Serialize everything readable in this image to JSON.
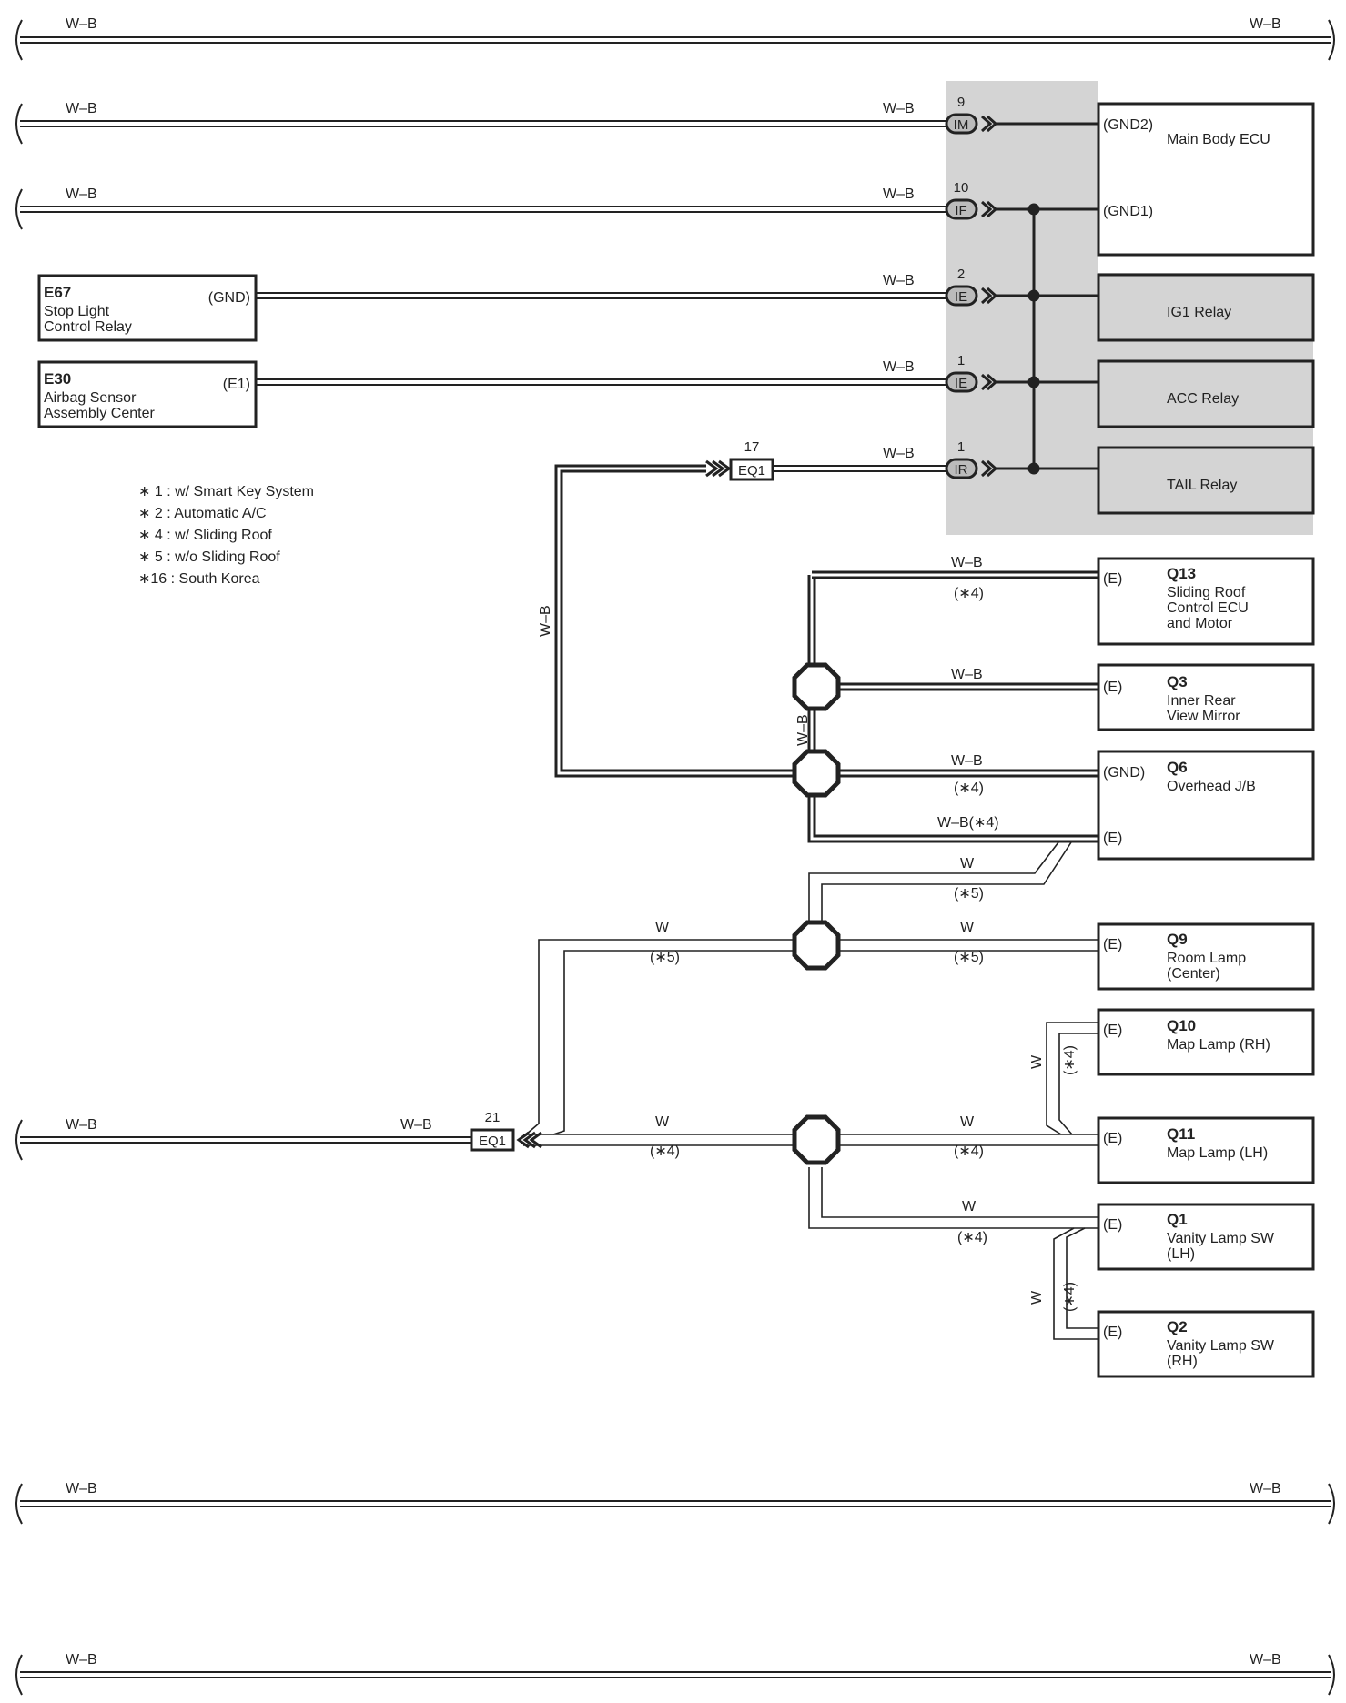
{
  "wire_labels": {
    "wb": "W–B",
    "w": "W",
    "wb_opt4": "W–B(∗4)",
    "opt4": "(∗4)",
    "opt5": "(∗5)"
  },
  "connectors": {
    "im": {
      "pin": "9",
      "code": "IM"
    },
    "if": {
      "pin": "10",
      "code": "IF"
    },
    "ie2": {
      "pin": "2",
      "code": "IE"
    },
    "ie1": {
      "pin": "1",
      "code": "IE"
    },
    "ir": {
      "pin": "1",
      "code": "IR"
    },
    "eq1_17": {
      "pin": "17",
      "code": "EQ1"
    },
    "eq1_21": {
      "pin": "21",
      "code": "EQ1"
    }
  },
  "components": {
    "main_body_ecu": {
      "name": "Main Body ECU",
      "term1": "(GND2)",
      "term2": "(GND1)"
    },
    "ig1_relay": {
      "name": "IG1 Relay"
    },
    "acc_relay": {
      "name": "ACC Relay"
    },
    "tail_relay": {
      "name": "TAIL Relay"
    },
    "e67": {
      "code": "E67",
      "line1": "Stop Light",
      "line2": "Control Relay",
      "term": "(GND)"
    },
    "e30": {
      "code": "E30",
      "line1": "Airbag Sensor",
      "line2": "Assembly Center",
      "term": "(E1)"
    },
    "q13": {
      "code": "Q13",
      "line1": "Sliding Roof",
      "line2": "Control ECU",
      "line3": "and Motor",
      "term": "(E)"
    },
    "q3": {
      "code": "Q3",
      "line1": "Inner Rear",
      "line2": "View Mirror",
      "term": "(E)"
    },
    "q6": {
      "code": "Q6",
      "line1": "Overhead J/B",
      "term1": "(GND)",
      "term2": "(E)"
    },
    "q9": {
      "code": "Q9",
      "line1": "Room Lamp",
      "line2": "(Center)",
      "term": "(E)"
    },
    "q10": {
      "code": "Q10",
      "line1": "Map Lamp (RH)",
      "term": "(E)"
    },
    "q11": {
      "code": "Q11",
      "line1": "Map Lamp (LH)",
      "term": "(E)"
    },
    "q1": {
      "code": "Q1",
      "line1": "Vanity Lamp SW",
      "line2": "(LH)",
      "term": "(E)"
    },
    "q2": {
      "code": "Q2",
      "line1": "Vanity Lamp SW",
      "line2": "(RH)",
      "term": "(E)"
    }
  },
  "legend": [
    "∗ 1 : w/ Smart Key System",
    "∗ 2 : Automatic A/C",
    "∗ 4 : w/ Sliding Roof",
    "∗ 5 : w/o Sliding Roof",
    "∗16 : South Korea"
  ],
  "colors": {
    "shade": "#d4d4d4",
    "line": "#222222"
  }
}
